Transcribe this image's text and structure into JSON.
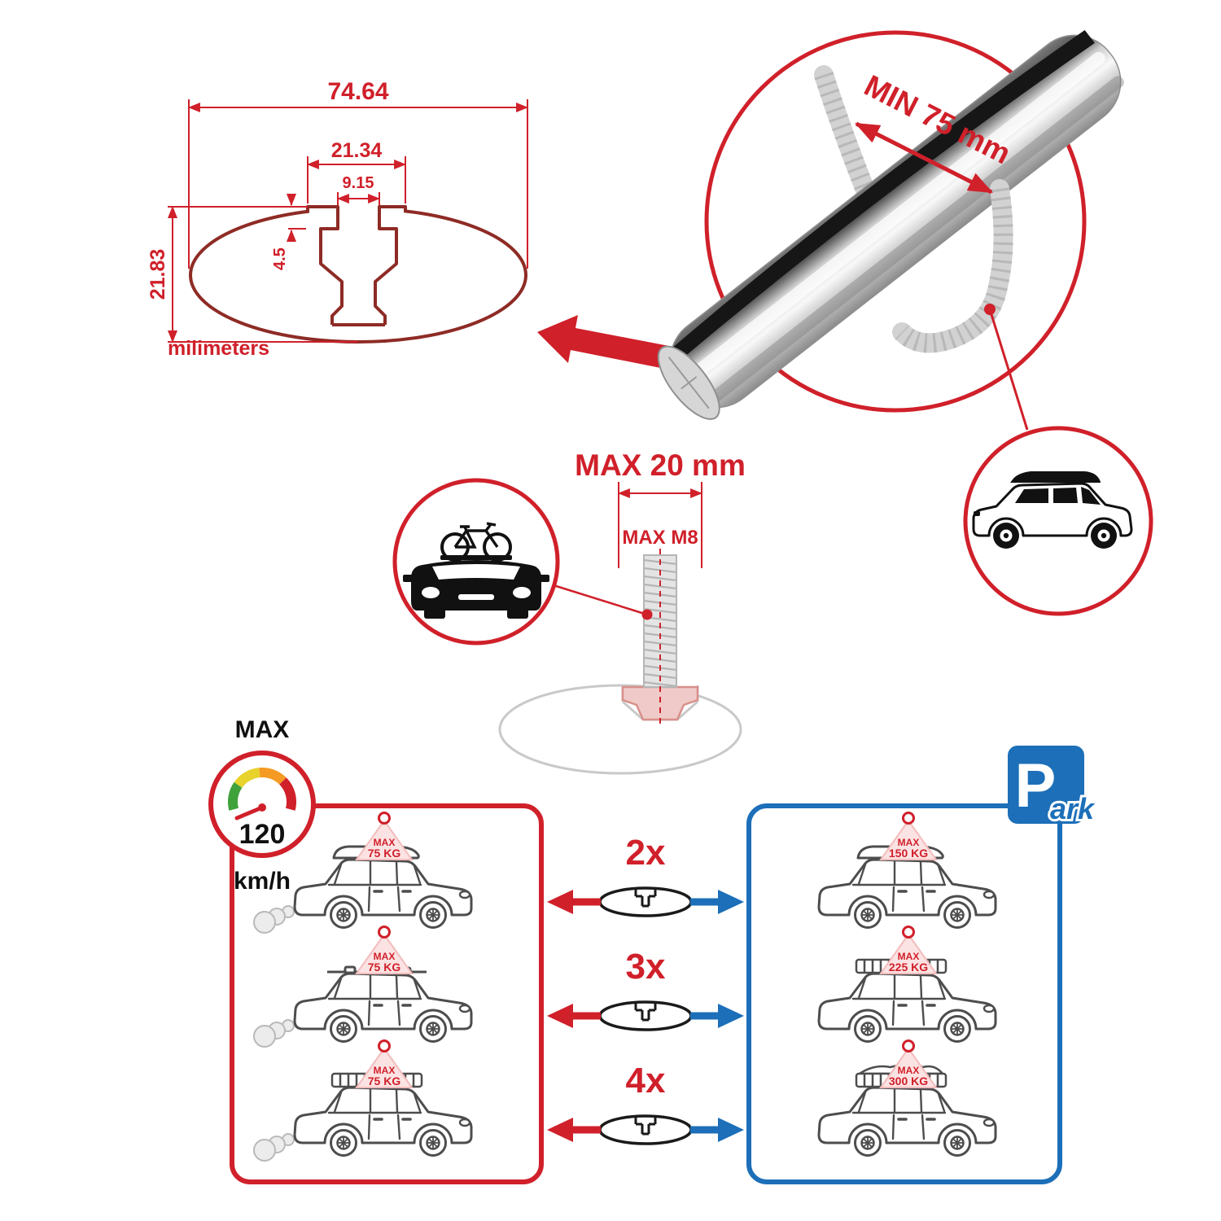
{
  "colors": {
    "accent_red": "#d0202a",
    "accent_blue": "#1c6fb8",
    "profile_red": "#8e2b25",
    "sketch_gray": "#c9c9c9"
  },
  "profile_drawing": {
    "dim_total_width": "74.64",
    "dim_channel_outer": "21.34",
    "dim_channel_inner": "9.15",
    "dim_lip_depth": "4.5",
    "dim_total_height": "21.83",
    "units_label": "milimeters"
  },
  "bar_circle": {
    "min_clamp_label": "MIN 75 mm"
  },
  "bolt_diagram": {
    "max_width_label": "MAX 20 mm",
    "max_bolt_label": "MAX M8"
  },
  "speed_badge": {
    "top_label": "MAX",
    "value": "120",
    "unit": "km/h"
  },
  "parking_sign": {
    "letter": "P",
    "rest": "ark"
  },
  "load_table": {
    "driving_cars": [
      {
        "flag_top": "MAX",
        "flag_weight": "75 KG"
      },
      {
        "flag_top": "MAX",
        "flag_weight": "75 KG"
      },
      {
        "flag_top": "MAX",
        "flag_weight": "75 KG"
      }
    ],
    "bar_counts": [
      "2x",
      "3x",
      "4x"
    ],
    "parked_cars": [
      {
        "flag_top": "MAX",
        "flag_weight": "150 KG"
      },
      {
        "flag_top": "MAX",
        "flag_weight": "225 KG"
      },
      {
        "flag_top": "MAX",
        "flag_weight": "300 KG"
      }
    ]
  }
}
